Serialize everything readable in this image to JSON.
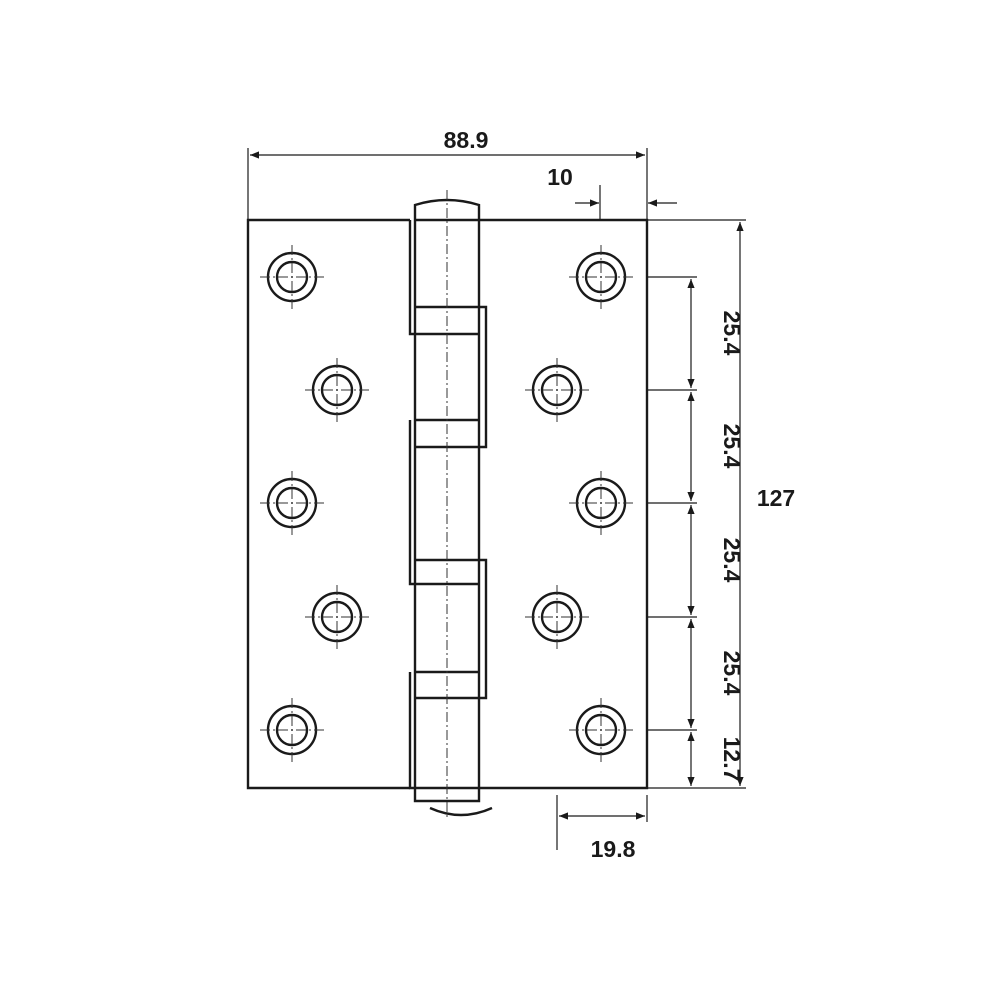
{
  "title": "Hinge technical drawing",
  "dimensions": {
    "overall_width": "88.9",
    "knuckle_offset": "10",
    "overall_height": "127",
    "hole_spacing_1": "25.4",
    "hole_spacing_2": "25.4",
    "hole_spacing_3": "25.4",
    "hole_spacing_4": "25.4",
    "bottom_edge": "12.7",
    "hole_edge_distance": "19.8"
  },
  "colors": {
    "line": "#1a1a1a",
    "background": "#ffffff"
  }
}
